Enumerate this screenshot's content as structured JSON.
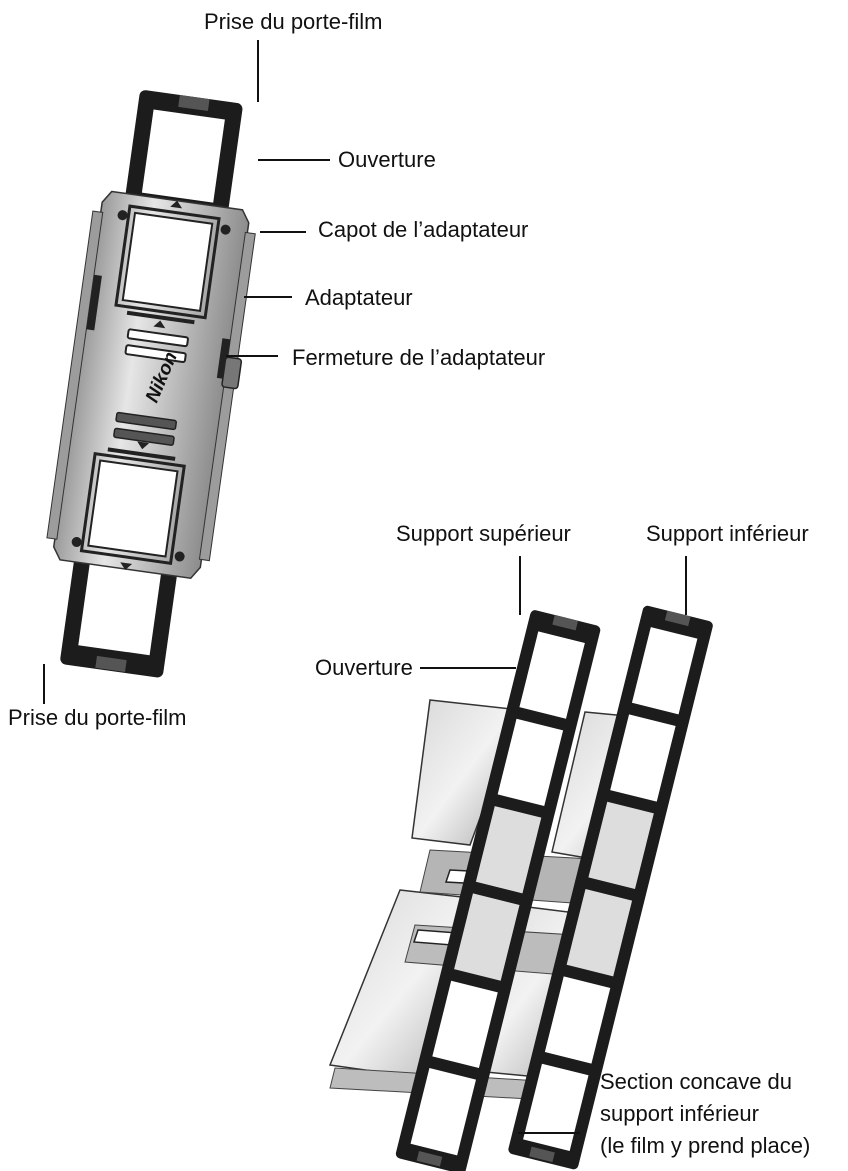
{
  "labels": {
    "holder_grip_top": "Prise du porte-film",
    "aperture_top": "Ouverture",
    "adapter_cover": "Capot de l’adaptateur",
    "adapter": "Adaptateur",
    "adapter_latch": "Fermeture de l’adaptateur",
    "holder_grip_bottom": "Prise du porte-film",
    "upper_support": "Support supérieur",
    "lower_support": "Support inférieur",
    "aperture_strip": "Ouverture",
    "concave_section": [
      "Section concave du",
      "support inférieur",
      "(le film y prend place)"
    ]
  },
  "logo_text": "Nikon",
  "colors": {
    "holder": "#1c1c1c",
    "adapter_metal": "#c8c8c8",
    "adapter_dark": "#8a8a8a",
    "window": "#ffffff"
  }
}
